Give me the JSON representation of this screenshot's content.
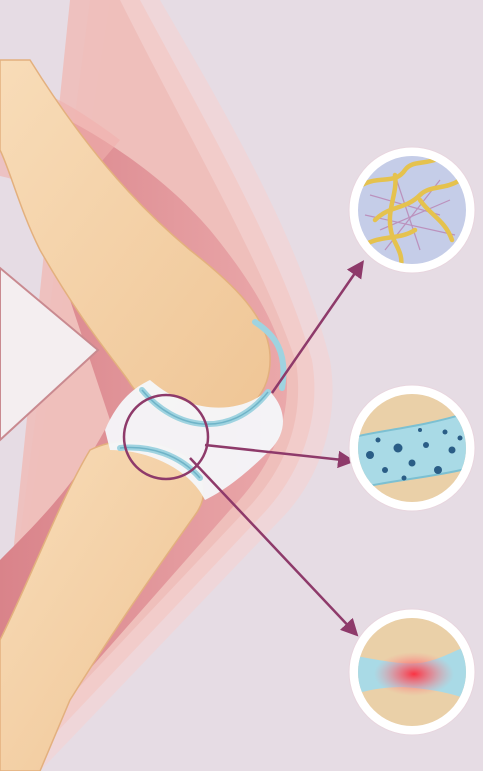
{
  "diagram": {
    "subject": "knee-joint-cross-section",
    "labels": [],
    "colors": {
      "background": "#e6dce4",
      "skin_layers": "#f2c4c0",
      "muscle": "#e2959a",
      "bone": "#f3d0a8",
      "cartilage": "#9fd3e0",
      "joint_space": "#f4f7fa",
      "arrow": "#8e3a6a",
      "highlight_circle": "#8e3a6a",
      "inflammation": "#ff3a4a"
    },
    "callouts": [
      {
        "id": "collagen-fiber-network",
        "name": "collagen-fiber-network-inset"
      },
      {
        "id": "synovial-fluid-particles",
        "name": "synovial-fluid-particles-inset"
      },
      {
        "id": "inflamed-cartilage",
        "name": "inflamed-cartilage-inset"
      }
    ]
  }
}
